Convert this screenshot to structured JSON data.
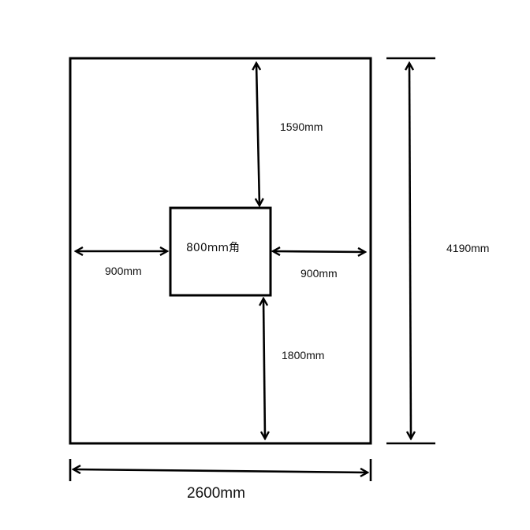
{
  "diagram": {
    "outer_width_label": "2600mm",
    "outer_height_label": "4190mm",
    "inner_box_label": "800mm角",
    "top_distance_label": "1590mm",
    "bottom_distance_label": "1800mm",
    "left_distance_label": "900mm",
    "right_distance_label": "900mm"
  },
  "colors": {
    "line": "#000000",
    "background": "#ffffff"
  }
}
